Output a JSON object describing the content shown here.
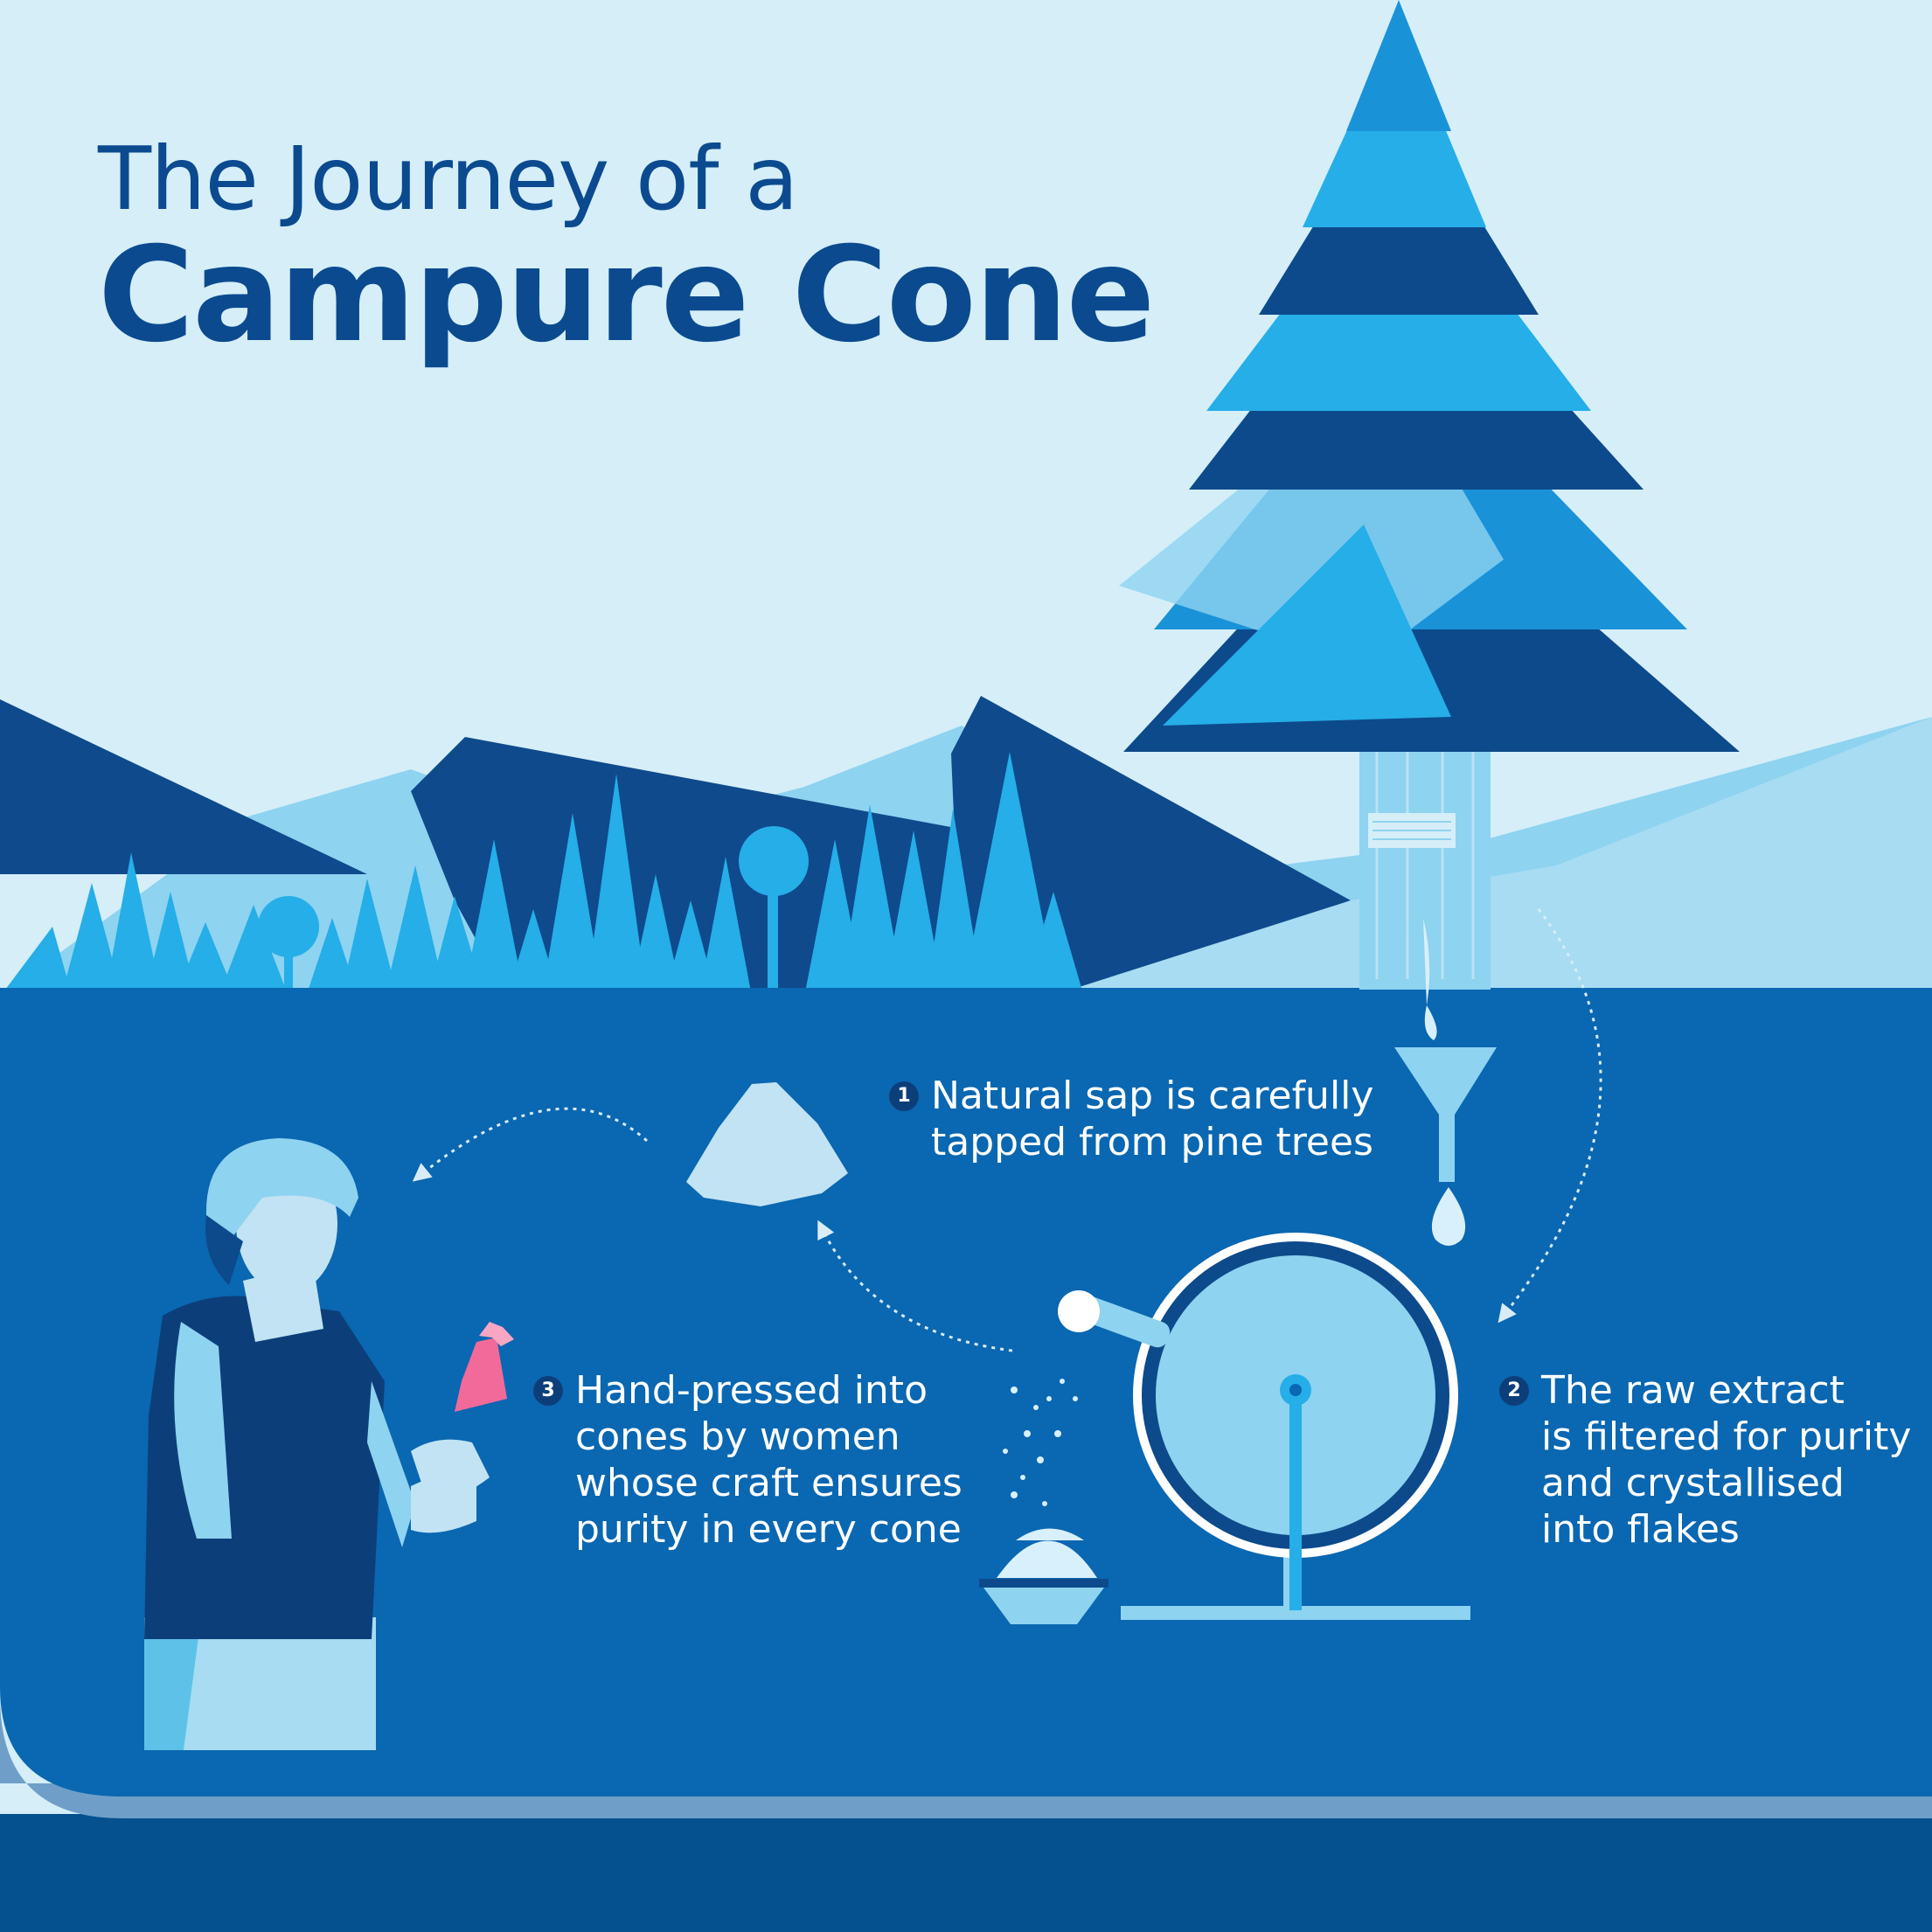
{
  "title": {
    "line1": "The Journey of a",
    "line2": "Campure Cone"
  },
  "steps": [
    {
      "number": "1",
      "lines": [
        "Natural sap is carefully",
        "tapped from pine trees"
      ]
    },
    {
      "number": "2",
      "lines": [
        "The raw extract",
        "is filtered for purity",
        "and crystallised",
        "into flakes"
      ]
    },
    {
      "number": "3",
      "lines": [
        "Hand-pressed into",
        "cones by women",
        "whose craft ensures",
        "purity in every cone"
      ]
    }
  ],
  "colors": {
    "sky": "#d5eef8",
    "navy": "#0b4a8f",
    "panel": "#0a67b1",
    "bright_blue": "#25aee8",
    "light_blue": "#8ed3f0",
    "pink": "#f26a9a"
  },
  "icons": [
    "pine-tree-icon",
    "funnel-icon",
    "sap-drop-icon",
    "filter-wheel-icon",
    "flake-pile-icon",
    "bowl-icon",
    "woman-artisan-icon",
    "pink-cone-icon"
  ]
}
